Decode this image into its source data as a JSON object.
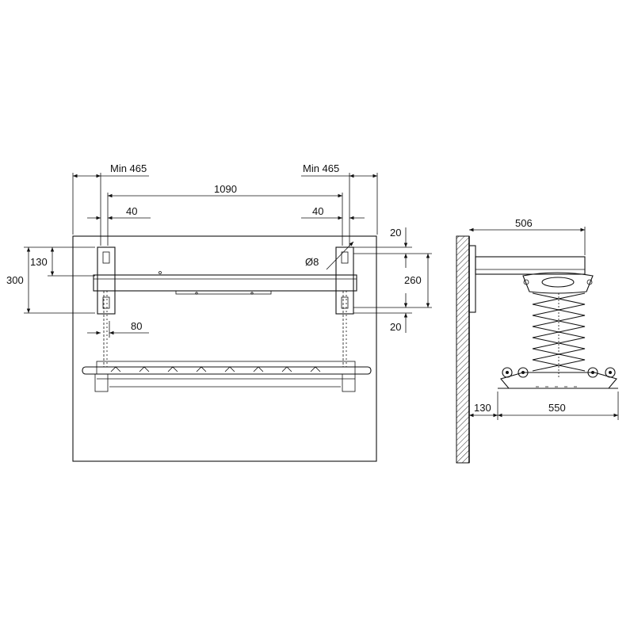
{
  "front_view": {
    "dimensions": {
      "min_left": "Min 465",
      "min_right": "Min 465",
      "overall_width": "1090",
      "offset_left": "40",
      "offset_right": "40",
      "bracket_height": "130",
      "mount_height": "300",
      "hole_diameter": "Ø8",
      "top_gap": "20",
      "bottom_gap": "20",
      "hole_spacing": "260",
      "chain_offset": "80"
    }
  },
  "side_view": {
    "dimensions": {
      "arm_length": "506",
      "wall_offset": "130",
      "rack_depth": "550"
    }
  },
  "colors": {
    "line": "#111111",
    "background": "#ffffff",
    "wall_hatch": "#333333"
  }
}
